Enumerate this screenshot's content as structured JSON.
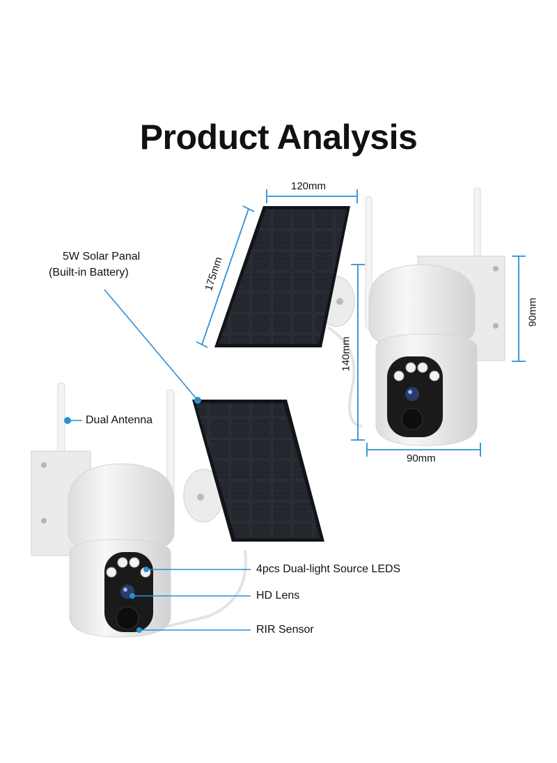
{
  "title": "Product Analysis",
  "dimensions": {
    "panel_width": "120mm",
    "panel_height": "175mm",
    "camera_height_total": "140mm",
    "camera_body_height": "90mm",
    "camera_width": "90mm"
  },
  "callouts": {
    "solar_panel_line1": "5W Solar Panal",
    "solar_panel_line2": "(Built-in Battery)",
    "antenna": "Dual Antenna",
    "leds": "4pcs Dual-light Source LEDS",
    "lens": "HD Lens",
    "sensor": "RIR Sensor"
  },
  "colors": {
    "accent": "#2a8fd6",
    "panel": "#1c1f24",
    "camera_body": "#f2f2f2",
    "camera_face": "#1a1a1a"
  }
}
